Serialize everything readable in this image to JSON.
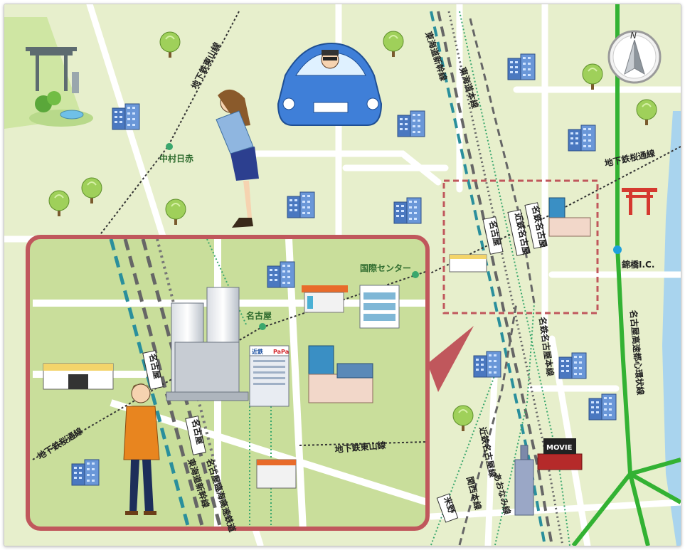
{
  "map": {
    "stations": {
      "nakamura_nisseki": "中村日赤",
      "nagoya": "名古屋",
      "kokusai_center": "国際センター",
      "sakurahashi_ic": "錦橋I.C."
    },
    "lines": {
      "higashiyama_top": "地下鉄東山線",
      "tokaido_shinkansen_top": "東海道新幹線",
      "tokaido_main_top": "東海道本線",
      "sakuradori_top": "地下鉄桜通線",
      "meitetsu_nagoya_main": "名鉄名古屋本線",
      "kintetsu_nagoya_line": "近鉄名古屋線",
      "kansai_main": "関西本線",
      "aonami": "あおなみ線",
      "nagoya_expressway": "名古屋高速都心環状線",
      "sakuradori_inset": "地下鉄桜通線",
      "higashiyama_inset": "地下鉄東山線",
      "tokaido_shinkansen_inset": "東海道新幹線",
      "aonami_inset": "名古屋臨海高速鉄道"
    },
    "tags": {
      "nagoya_top": "名古屋",
      "kintetsu_nagoya": "近鉄名古屋",
      "meitetsu_nagoya": "名鉄名古屋",
      "nagoya_inset": "名古屋",
      "nagoya_inset2": "名古屋",
      "beimachi": "米野"
    },
    "shops": {
      "movie_sign": "MOVIE",
      "kintetsu_sign": "近鉄",
      "pasta_sign": "PaPa"
    },
    "compass": "N"
  },
  "colors": {
    "land": "#e7efcc",
    "road": "#ffffff",
    "highway": "#33b233",
    "water": "#a9d4ee",
    "inset_frame": "#c0575c",
    "station_dot": "#3aa76d",
    "ic_dot": "#1ea0dc",
    "shinkansen": "#2a8f9c",
    "rail": "#666666"
  }
}
